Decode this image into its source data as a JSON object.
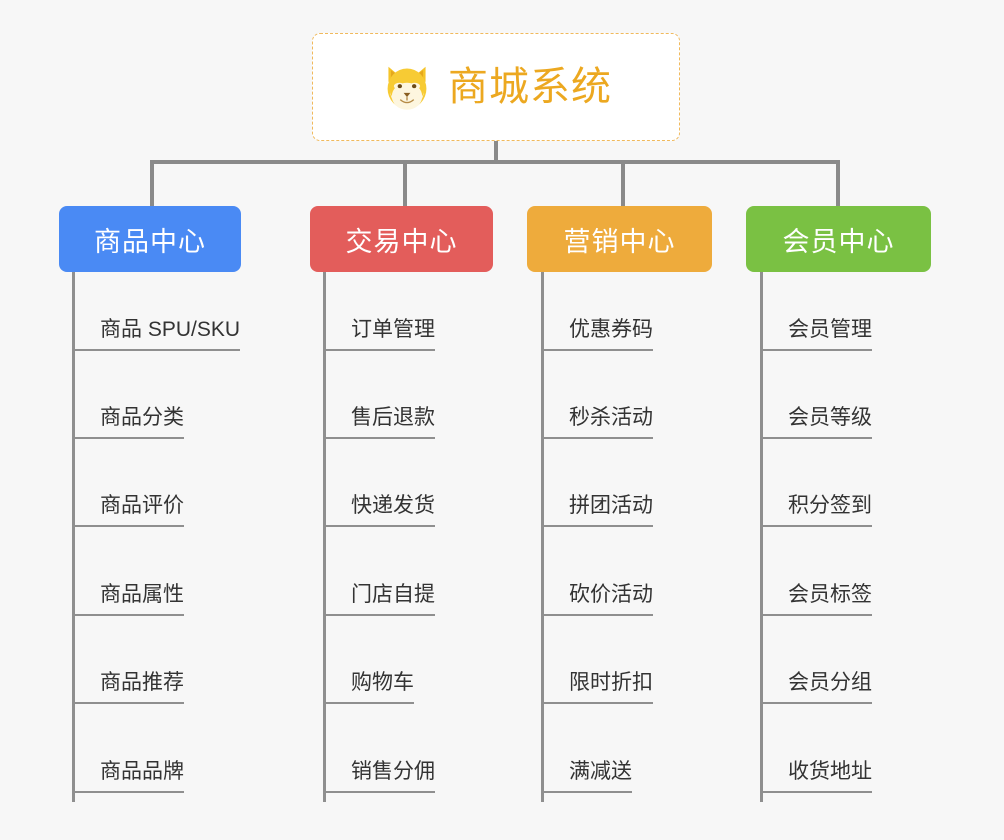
{
  "root": {
    "title": "商城系统",
    "icon": "shiba-dog-icon",
    "border_color": "#f0b95c",
    "text_color": "#eca820",
    "background": "#ffffff"
  },
  "canvas": {
    "background": "#f7f7f7",
    "connector_color": "#8a8a8a"
  },
  "branches": [
    {
      "label": "商品中心",
      "color": "#4a8af4",
      "items": [
        "商品 SPU/SKU",
        "商品分类",
        "商品评价",
        "商品属性",
        "商品推荐",
        "商品品牌"
      ]
    },
    {
      "label": "交易中心",
      "color": "#e35d5b",
      "items": [
        "订单管理",
        "售后退款",
        "快递发货",
        "门店自提",
        "购物车",
        "销售分佣"
      ]
    },
    {
      "label": "营销中心",
      "color": "#eeab3c",
      "items": [
        "优惠券码",
        "秒杀活动",
        "拼团活动",
        "砍价活动",
        "限时折扣",
        "满减送"
      ]
    },
    {
      "label": "会员中心",
      "color": "#7ac143",
      "items": [
        "会员管理",
        "会员等级",
        "积分签到",
        "会员标签",
        "会员分组",
        "收货地址"
      ]
    }
  ]
}
